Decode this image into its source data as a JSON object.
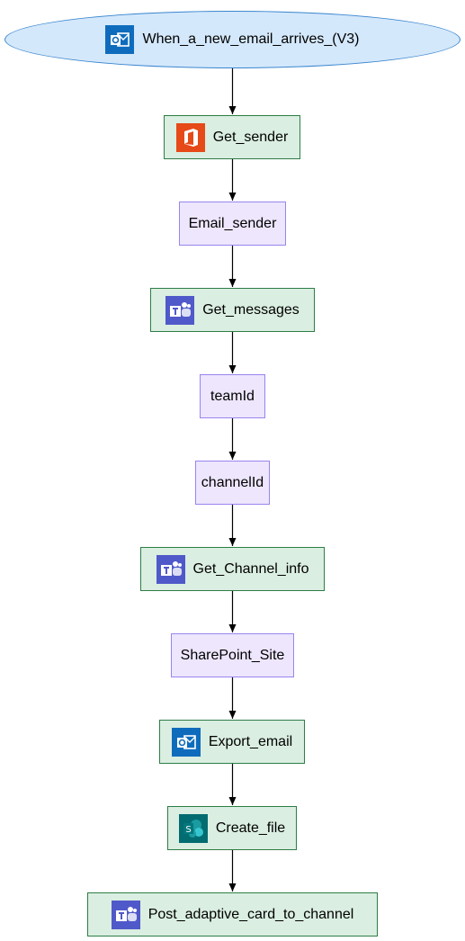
{
  "nodes": {
    "trigger": {
      "label": "When_a_new_email_arrives_(V3)",
      "icon": "outlook-icon"
    },
    "get_sender": {
      "label": "Get_sender",
      "icon": "office-icon"
    },
    "email_sender": {
      "label": "Email_sender"
    },
    "get_messages": {
      "label": "Get_messages",
      "icon": "teams-icon"
    },
    "team_id": {
      "label": "teamId"
    },
    "channel_id": {
      "label": "channelId"
    },
    "get_channel_info": {
      "label": "Get_Channel_info",
      "icon": "teams-icon"
    },
    "sharepoint_site": {
      "label": "SharePoint_Site"
    },
    "export_email": {
      "label": "Export_email",
      "icon": "outlook-icon"
    },
    "create_file": {
      "label": "Create_file",
      "icon": "sharepoint-icon"
    },
    "post_card": {
      "label": "Post_adaptive_card_to_channel",
      "icon": "teams-icon"
    }
  },
  "colors": {
    "action_fill": "#daeee1",
    "action_border": "#2e7d46",
    "data_fill": "#ede6fd",
    "data_border": "#9a84ef",
    "trigger_fill": "#d4e8fb",
    "trigger_border": "#3a86cf",
    "outlook": "#0f6cbd",
    "office": "#e64a19",
    "teams": "#5059c9",
    "sharepoint": "#036c70"
  }
}
